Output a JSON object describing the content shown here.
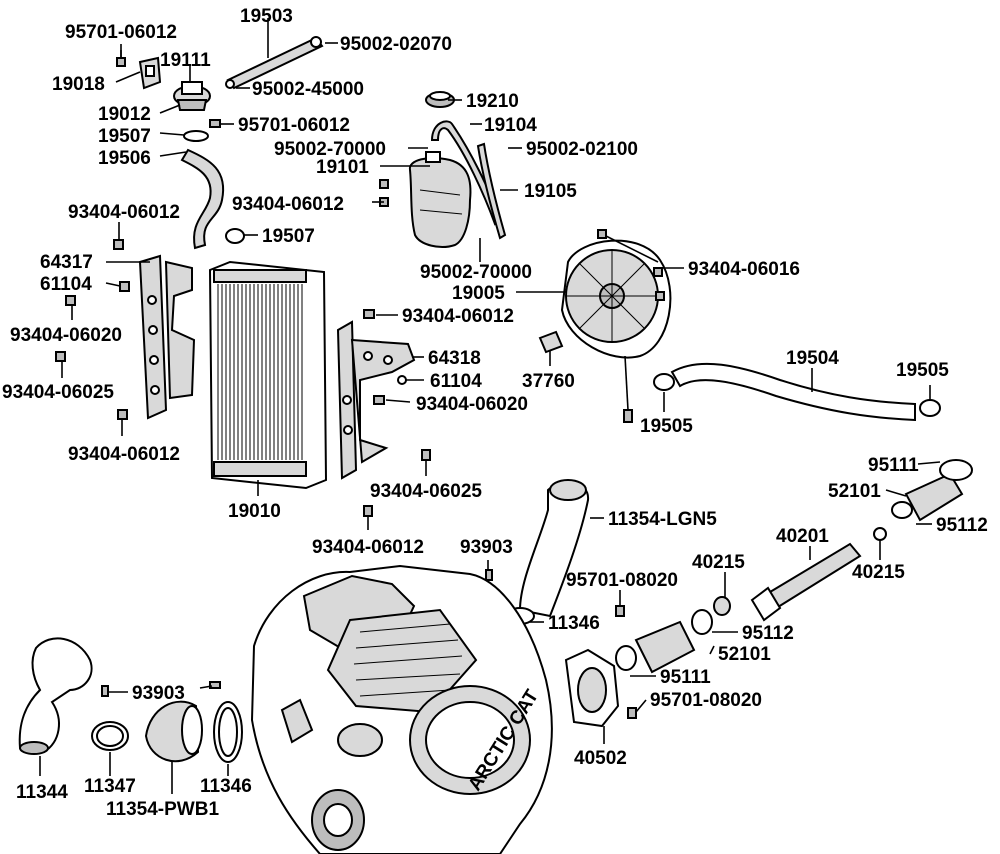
{
  "labels": {
    "p95701_06012_a": "95701-06012",
    "p19503": "19503",
    "p95002_02070": "95002-02070",
    "p19018": "19018",
    "p19111": "19111",
    "p95002_45000": "95002-45000",
    "p19012": "19012",
    "p95701_06012_b": "95701-06012",
    "p19507_a": "19507",
    "p19506": "19506",
    "p19210": "19210",
    "p19104": "19104",
    "p95002_70000_a": "95002-70000",
    "p95002_02100": "95002-02100",
    "p19101": "19101",
    "p19105": "19105",
    "p93404_06012_a": "93404-06012",
    "p93404_06012_b": "93404-06012",
    "p19507_b": "19507",
    "p64317": "64317",
    "p61104_a": "61104",
    "p95002_70000_b": "95002-70000",
    "p93404_06016": "93404-06016",
    "p19005": "19005",
    "p93404_06020_a": "93404-06020",
    "p93404_06012_c": "93404-06012",
    "p64318": "64318",
    "p19504": "19504",
    "p19505_a": "19505",
    "p93404_06025_a": "93404-06025",
    "p61104_b": "61104",
    "p37760": "37760",
    "p93404_06020_b": "93404-06020",
    "p19505_b": "19505",
    "p93404_06012_d": "93404-06012",
    "p95111_a": "95111",
    "p93404_06025_b": "93404-06025",
    "p52101_a": "52101",
    "p19010": "19010",
    "p11354_lgn5": "11354-LGN5",
    "p95112_a": "95112",
    "p93404_06012_e": "93404-06012",
    "p93903_a": "93903",
    "p40201": "40201",
    "p40215_a": "40215",
    "p40215_b": "40215",
    "p95701_08020_a": "95701-08020",
    "p11346_a": "11346",
    "p95112_b": "95112",
    "p52101_b": "52101",
    "p93903_b": "93903",
    "p95111_b": "95111",
    "p95701_08020_b": "95701-08020",
    "p40502": "40502",
    "p11344": "11344",
    "p11347": "11347",
    "p11346_b": "11346",
    "p11354_pwb1": "11354-PWB1",
    "engine_cover_text": "ARCTIC CAT"
  }
}
